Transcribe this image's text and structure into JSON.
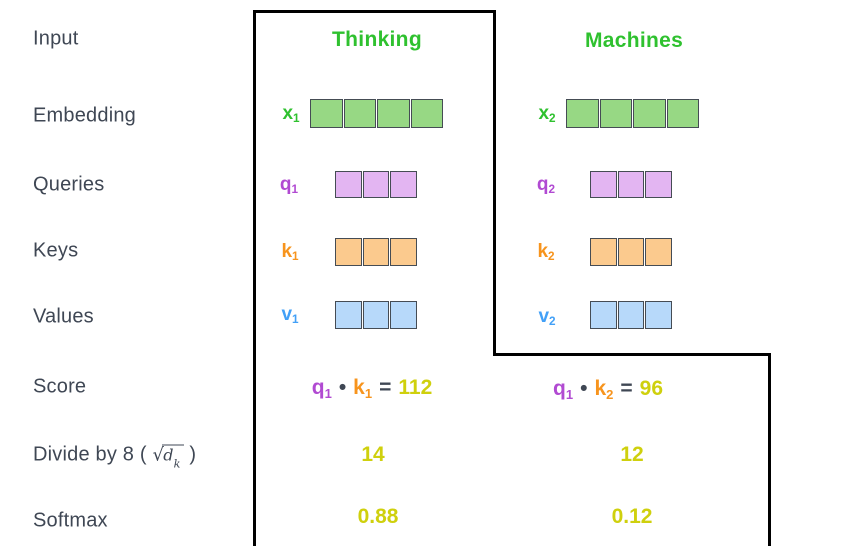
{
  "colors": {
    "ink": "#3f4754",
    "green": "#2fc12f",
    "green-fill": "#97d884",
    "purple": "#b14ad2",
    "purple-fill": "#e3b5f2",
    "orange": "#f7941d",
    "orange-fill": "#fbca8e",
    "blue": "#42a0f7",
    "blue-fill": "#b7d9fa",
    "yellow": "#cfd00d",
    "cellborder": "#454c54",
    "line": "#000000"
  },
  "row_labels": {
    "input": "Input",
    "embedding": "Embedding",
    "queries": "Queries",
    "keys": "Keys",
    "values": "Values",
    "score": "Score",
    "softmax": "Softmax",
    "divide": {
      "prefix": "Divide by 8 ( ",
      "radical": "√",
      "radicand": "d",
      "radicand_sub": "k",
      "suffix": " )"
    }
  },
  "columns": [
    {
      "header": "Thinking",
      "embedding": {
        "label": "x",
        "sub": "1",
        "cells": 4
      },
      "query": {
        "label": "q",
        "sub": "1",
        "cells": 3
      },
      "key": {
        "label": "k",
        "sub": "1",
        "cells": 3
      },
      "value": {
        "label": "v",
        "sub": "1",
        "cells": 3
      },
      "score": {
        "q": "q",
        "q_sub": "1",
        "dot": "•",
        "k": "k",
        "k_sub": "1",
        "equals": "=",
        "result": "112"
      },
      "divided": "14",
      "softmax": "0.88"
    },
    {
      "header": "Machines",
      "embedding": {
        "label": "x",
        "sub": "2",
        "cells": 4
      },
      "query": {
        "label": "q",
        "sub": "2",
        "cells": 3
      },
      "key": {
        "label": "k",
        "sub": "2",
        "cells": 3
      },
      "value": {
        "label": "v",
        "sub": "2",
        "cells": 3
      },
      "score": {
        "q": "q",
        "q_sub": "1",
        "dot": "•",
        "k": "k",
        "k_sub": "2",
        "equals": "=",
        "result": "96"
      },
      "divided": "12",
      "softmax": "0.12"
    }
  ]
}
